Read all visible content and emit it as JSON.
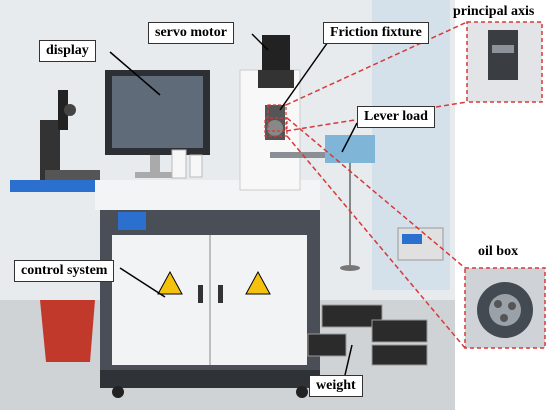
{
  "labels": {
    "display": "display",
    "servo_motor": "servo motor",
    "friction_fixture": "Friction fixture",
    "principal_axis": "principal axis",
    "lever_load": "Lever load",
    "control_system": "control system",
    "oil_box": "oil box",
    "weight": "weight"
  },
  "colors": {
    "callout_line": "#d63a3a",
    "wall": "#e9ecef",
    "cabinet": "#444a52",
    "cabinet_top": "#f3f4f6",
    "blue_panel": "#2b6fcf",
    "warning_yellow": "#f4c20d"
  }
}
